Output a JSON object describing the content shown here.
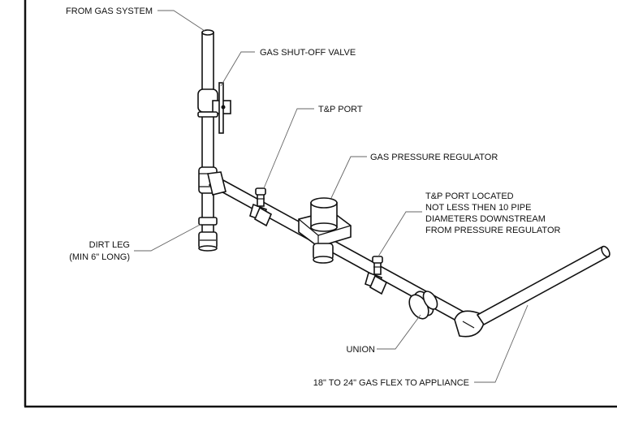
{
  "labels": {
    "from_gas_system": "FROM GAS SYSTEM",
    "shutoff_valve": "GAS SHUT-OFF VALVE",
    "tp_port": "T&P PORT",
    "regulator": "GAS PRESSURE REGULATOR",
    "tp_port_located": [
      "T&P PORT LOCATED",
      "NOT LESS THEN 10 PIPE",
      "DIAMETERS DOWNSTREAM",
      "FROM PRESSURE REGULATOR"
    ],
    "dirt_leg": [
      "DIRT LEG",
      "(MIN 6\" LONG)"
    ],
    "union": "UNION",
    "gas_flex": "18\" TO 24\" GAS FLEX TO APPLIANCE"
  }
}
